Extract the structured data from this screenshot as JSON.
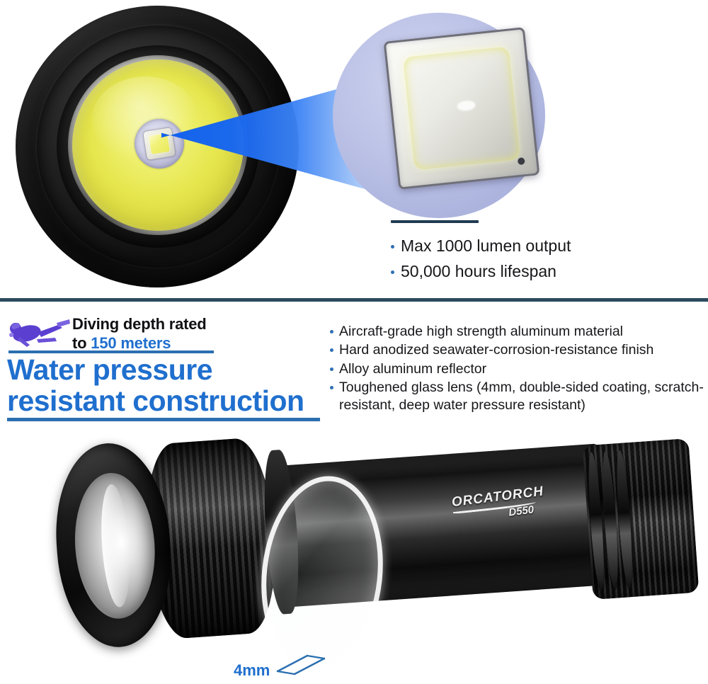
{
  "product": {
    "brand": "ORCATORCH",
    "model": "D550"
  },
  "colors": {
    "accent_blue": "#1f6fce",
    "bullet_blue": "#2f6fb5",
    "divider_navy": "#2b4a5e",
    "reflector_yellow": "#e6e64e"
  },
  "top_section": {
    "led_callout": {
      "icon": "magnify-beam-wedge",
      "inset_icon": "led-emitter-closeup"
    },
    "bullets": [
      "Max 1000 lumen output",
      "50,000 hours lifespan"
    ]
  },
  "middle_section": {
    "diver_icon": "scuba-diver-icon",
    "depth_prefix": "Diving depth rated",
    "depth_to": "to",
    "depth_value": "150 meters",
    "headline_line1": "Water pressure",
    "headline_line2": "resistant construction",
    "features": [
      "Aircraft-grade high strength aluminum material",
      "Hard anodized seawater-corrosion-resistance finish",
      "Alloy aluminum reflector",
      "Toughened glass lens (4mm, double-sided coating, scratch-resistant, deep water pressure resistant)"
    ]
  },
  "bottom_section": {
    "lens_thickness_label": "4mm",
    "lens_icon": "glass-lens-disc",
    "dimension_icon": "dimension-caliper-icon"
  }
}
